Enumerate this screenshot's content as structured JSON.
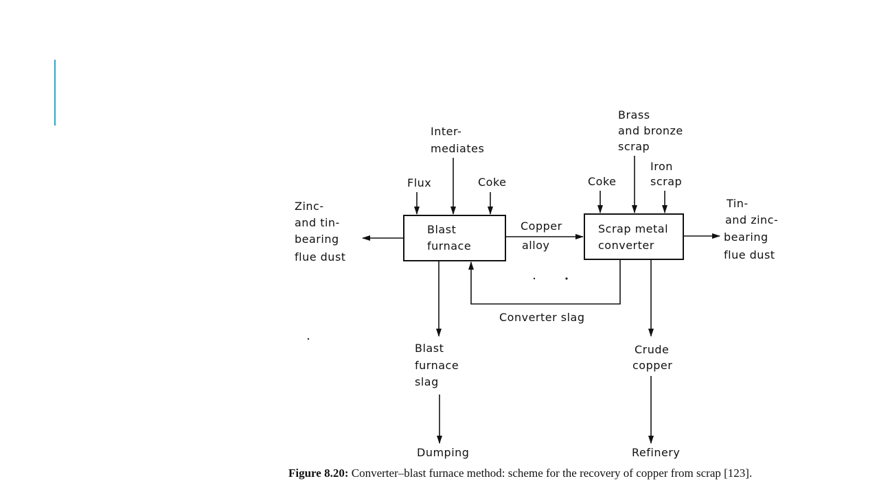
{
  "accent_color": "#29a9c9",
  "diagram": {
    "inputs": {
      "flux": "Flux",
      "intermediates": [
        "Inter-",
        "mediates"
      ],
      "coke_blast": "Coke",
      "coke_converter": "Coke",
      "brass_scrap": [
        "Brass",
        "and bronze",
        "scrap"
      ],
      "iron_scrap": [
        "Iron",
        "scrap"
      ]
    },
    "nodes": {
      "blast_furnace": [
        "Blast",
        "furnace"
      ],
      "scrap_converter": [
        "Scrap metal",
        "converter"
      ]
    },
    "flows": {
      "copper_alloy": [
        "Copper",
        "alloy"
      ],
      "converter_slag": "Converter slag"
    },
    "outputs": {
      "zinc_tin_dust": [
        "Zinc-",
        "and tin-",
        "bearing",
        "flue dust"
      ],
      "tin_zinc_dust": [
        "Tin-",
        "and zinc-",
        "bearing",
        "flue dust"
      ],
      "blast_furnace_slag": [
        "Blast",
        "furnace",
        "slag"
      ],
      "dumping": "Dumping",
      "crude_copper": [
        "Crude",
        "copper"
      ],
      "refinery": "Refinery"
    }
  },
  "caption": {
    "label": "Figure 8.20:",
    "text": " Converter–blast furnace method: scheme for the recovery of copper from scrap [123]."
  }
}
